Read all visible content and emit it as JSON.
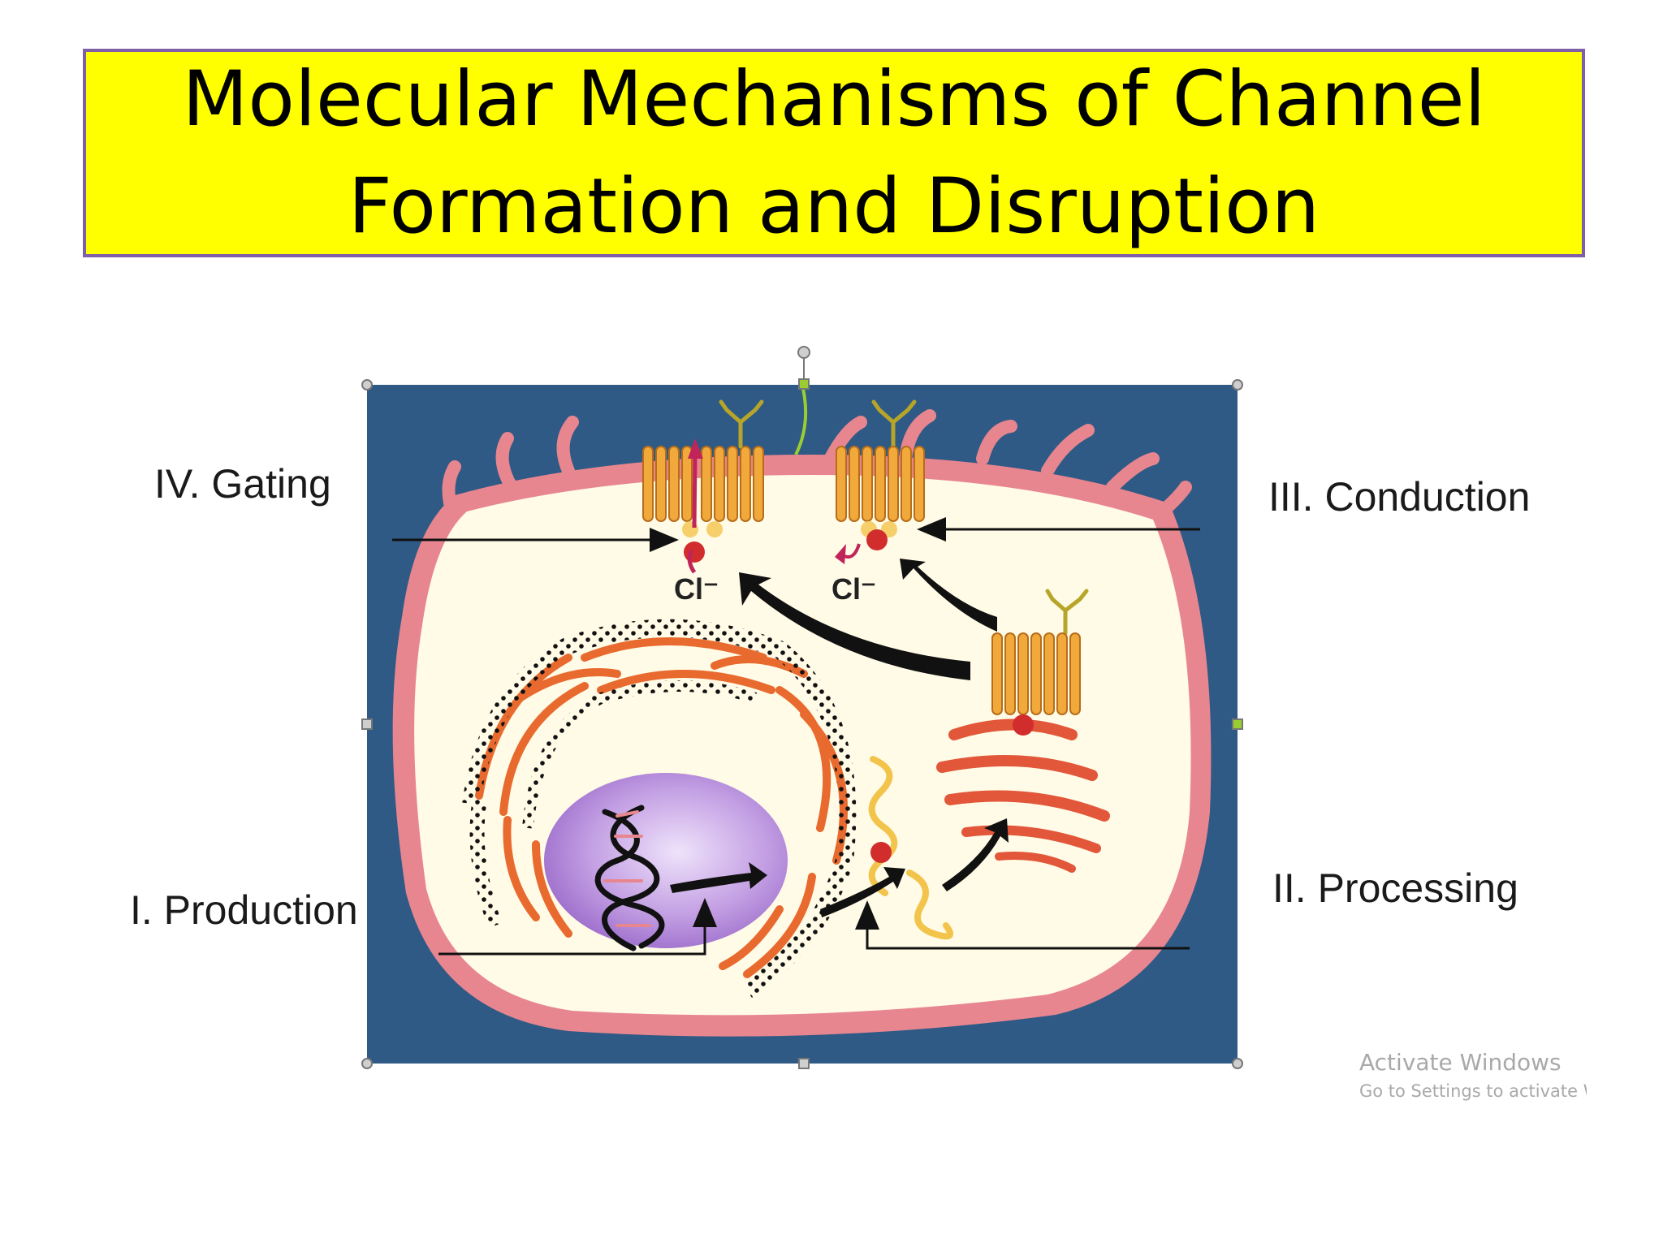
{
  "slide": {
    "title_line1": "Molecular Mechanisms of Channel",
    "title_line2": "Formation and Disruption"
  },
  "diagram": {
    "labels": {
      "gating": "IV. Gating",
      "conduction": "III. Conduction",
      "production": "I. Production",
      "processing": "II. Processing"
    },
    "ion_left": "Cl⁻",
    "ion_right": "Cl⁻"
  },
  "watermark": {
    "line1": "Activate Windows",
    "line2": "Go to Settings to activate W"
  },
  "colors": {
    "title_background": "#ffff00",
    "title_border": "#7e5fa8",
    "diagram_background": "#2e5a85",
    "cytoplasm": "#fffbe6",
    "membrane": "#e8868f",
    "channel": "#f2a93b",
    "nucleus": "#b48bd6"
  }
}
